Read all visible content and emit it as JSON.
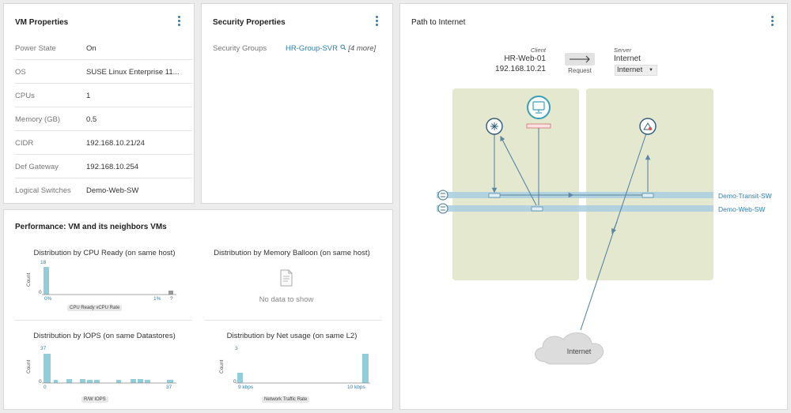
{
  "vm_properties": {
    "title": "VM Properties",
    "rows": [
      {
        "key": "Power State",
        "value": "On"
      },
      {
        "key": "OS",
        "value": "SUSE Linux Enterprise 11..."
      },
      {
        "key": "CPUs",
        "value": "1"
      },
      {
        "key": "Memory (GB)",
        "value": "0.5"
      },
      {
        "key": "CIDR",
        "value": "192.168.10.21/24"
      },
      {
        "key": "Def Gateway",
        "value": "192.168.10.254"
      },
      {
        "key": "Logical Switches",
        "value": "Demo-Web-SW"
      }
    ]
  },
  "security_properties": {
    "title": "Security Properties",
    "row_key": "Security Groups",
    "group_link": "HR-Group-SVR",
    "more": "[4 more]"
  },
  "performance": {
    "title": "Performance: VM and its neighbors VMs",
    "cpu": {
      "title": "Distribution by CPU Ready (on same host)",
      "y_axis": "Count",
      "y_max": "18",
      "y_min": "0",
      "x_min": "0%",
      "x_max": "1%",
      "x_unknown": "?",
      "x_label": "CPU Ready vCPU Rate"
    },
    "memory": {
      "title": "Distribution by Memory Balloon (on same host)",
      "empty": "No data to show"
    },
    "iops": {
      "title": "Distribution by IOPS (on same Datastores)",
      "y_axis": "Count",
      "y_max": "37",
      "y_min": "0",
      "x_min": "0",
      "x_max": "37",
      "x_label": "R/W IOPS"
    },
    "net": {
      "title": "Distribution by Net usage (on same L2)",
      "y_axis": "Count",
      "y_max": "3",
      "y_min": "0",
      "x_min": "9 kbps",
      "x_max": "10 kbps",
      "x_label": "Network Traffic Rate"
    }
  },
  "path": {
    "title": "Path to Internet",
    "client_caption": "Client",
    "client_name": "HR-Web-01",
    "client_ip": "192.168.10.21",
    "request_label": "Request",
    "server_caption": "Server",
    "server_name": "Internet",
    "server_select": "Internet",
    "switch1": "Demo-Transit-SW",
    "switch2": "Demo-Web-SW",
    "cloud": "Internet"
  },
  "colors": {
    "accent": "#2d7fb0",
    "bar": "#92cddc",
    "zone": "#e3e8cf",
    "lane": "#a8cee0"
  },
  "icons": [
    "kebab-menu-icon",
    "router-icon",
    "vm-monitor-icon",
    "edge-gateway-icon",
    "switch-icon",
    "document-icon",
    "cloud-icon",
    "arrow-right-icon",
    "search-icon"
  ]
}
